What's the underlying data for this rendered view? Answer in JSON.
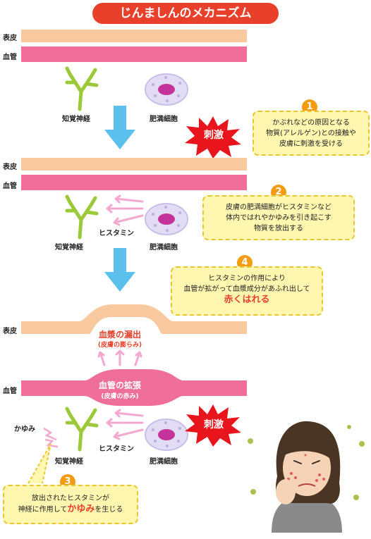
{
  "title": "じんましんのメカニズム",
  "labels": {
    "skin": "表皮",
    "vessel": "血管",
    "nerve": "知覚神経",
    "mast_cell": "肥満細胞",
    "histamine": "ヒスタミン",
    "stimulus": "刺激",
    "itch": "かゆみ"
  },
  "steps": [
    {
      "number": "1",
      "lines": [
        "かぶれなどの原因となる",
        "物質(アレルゲン)との接触や",
        "皮膚に刺激を受ける"
      ]
    },
    {
      "number": "2",
      "lines": [
        "皮膚の肥満細胞がヒスタミンなど",
        "体内ではれやかゆみを引き起こす",
        "物質を放出する"
      ]
    },
    {
      "number": "4",
      "lines": [
        "ヒスタミンの作用により",
        "血管が拡がって血漿成分があふれ出して"
      ],
      "emphasis": "赤くはれる"
    },
    {
      "number": "3",
      "lines": [
        "放出されたヒスタミンが"
      ],
      "line2_pre": "神経に作用して",
      "emphasis": "かゆみ",
      "line2_post": "を生じる"
    }
  ],
  "plasma": {
    "title": "血漿の漏出",
    "sub": "(皮膚の膨らみ)"
  },
  "dilation": {
    "title": "血管の拡張",
    "sub": "(皮膚の赤み)"
  },
  "colors": {
    "accent_red": "#e8402a",
    "skin": "#f8c99e",
    "vessel": "#f06f9a",
    "note_bg": "#fff6b0",
    "number_bg": "#f39c12",
    "arrow": "#5bc0eb"
  }
}
